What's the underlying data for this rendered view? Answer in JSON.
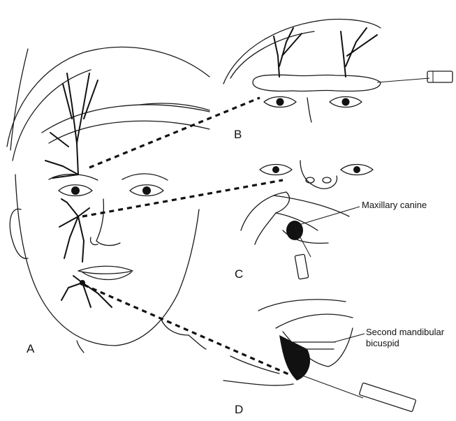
{
  "panels": {
    "a": "A",
    "b": "B",
    "c": "C",
    "d": "D"
  },
  "annotations": {
    "maxillary_canine": "Maxillary canine",
    "second_mandibular_line1": "Second mandibular",
    "second_mandibular_line2": "bicuspid"
  }
}
